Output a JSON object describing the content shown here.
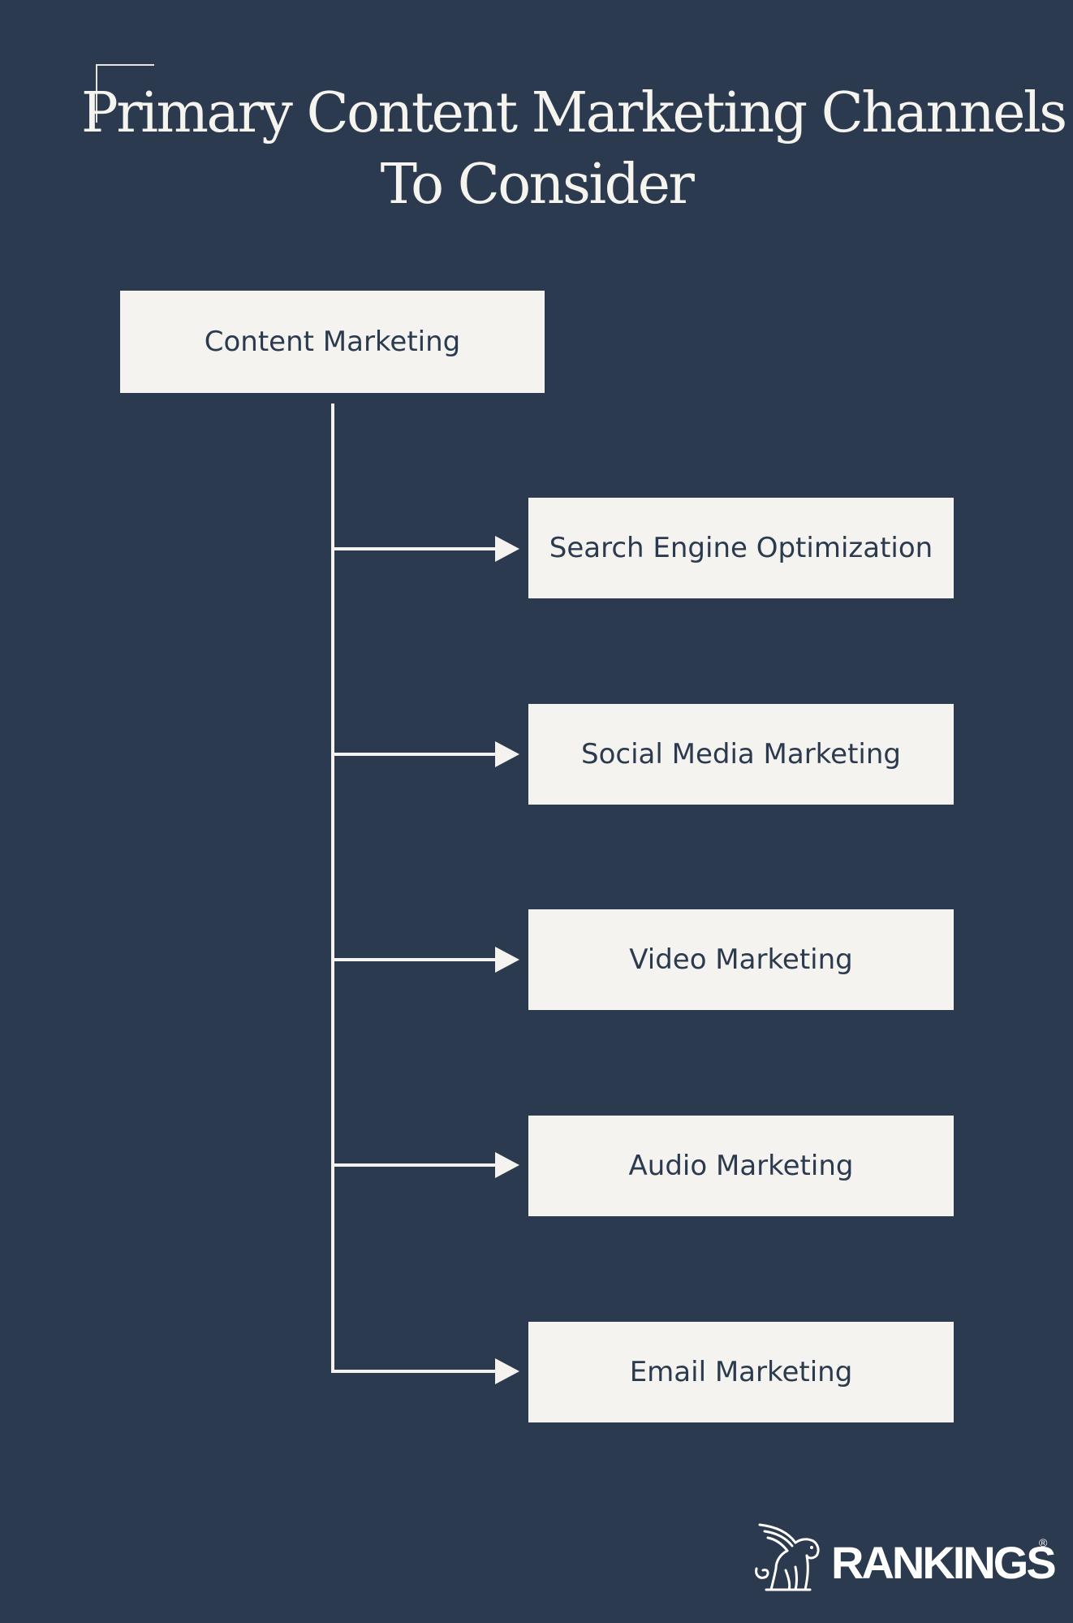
{
  "title": {
    "line1": "Primary Content Marketing Channels",
    "line2": "To Consider"
  },
  "root": {
    "label": "Content Marketing"
  },
  "channels": [
    {
      "label": "Search Engine Optimization"
    },
    {
      "label": "Social Media Marketing"
    },
    {
      "label": "Video Marketing"
    },
    {
      "label": "Audio Marketing"
    },
    {
      "label": "Email Marketing"
    }
  ],
  "logo": {
    "text": "RANKINGS",
    "registered": "®",
    "icon": "griffin-icon"
  },
  "colors": {
    "background": "#2b3a4e",
    "box": "#f4f3ef",
    "box_text": "#2b3a4e",
    "line": "#f4f3ef"
  }
}
